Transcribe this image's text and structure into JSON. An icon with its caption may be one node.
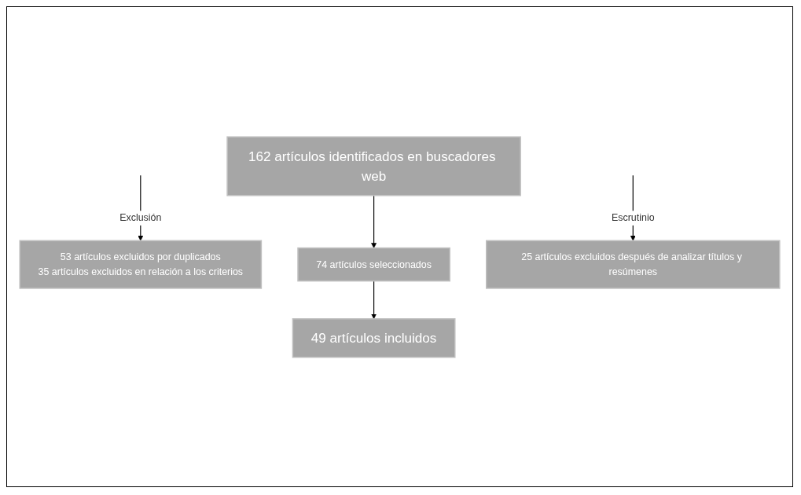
{
  "diagram": {
    "nodes": [
      {
        "text": [
          "162 artículos identificados en buscadores web"
        ]
      },
      {
        "text": [
          "53 artículos excluidos por duplicados",
          "35 artículos excluidos en relación a los criterios"
        ]
      },
      {
        "text": [
          "74 artículos seleccionados"
        ]
      },
      {
        "text": [
          "25 artículos excluidos después de analizar títulos y resúmenes"
        ]
      },
      {
        "text": [
          "49 artículos incluidos"
        ]
      }
    ],
    "edges": [
      {
        "from": 0,
        "to": 2,
        "arrow": "to"
      },
      {
        "from": null,
        "to": 1,
        "arrow": "to",
        "label": "Exclusión"
      },
      {
        "from": null,
        "to": 3,
        "arrow": "to",
        "label": "Escrutinio"
      },
      {
        "from": 2,
        "to": 4,
        "arrow": "to"
      }
    ]
  }
}
